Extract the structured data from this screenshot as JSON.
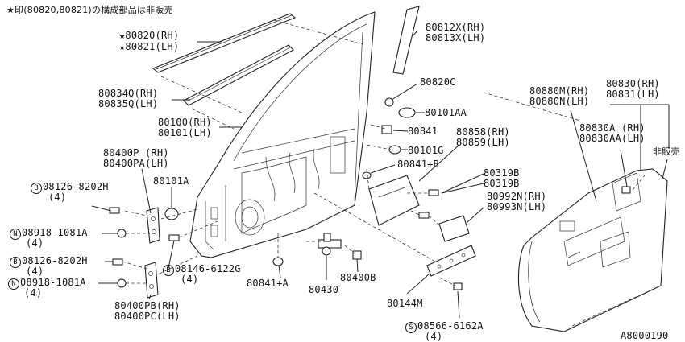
{
  "note": "★印(80820,80821)の構成部品は非販売",
  "figure_id": "A8000190",
  "callouts": {
    "c80820": "★80820(RH)",
    "c80821": "★80821(LH)",
    "c80834": "80834Q(RH)",
    "c80835": "80835Q(LH)",
    "c80812": "80812X(RH)",
    "c80813": "80813X(LH)",
    "c80820c": "80820C",
    "c80101aa": "80101AA",
    "c80100": "80100(RH)",
    "c80101": "80101(LH)",
    "c80841": "80841",
    "c80101g": "80101G",
    "c80841b": "80841+B",
    "c80858": "80858(RH)",
    "c80859": "80859(LH)",
    "c80400p": "80400P (RH)",
    "c80400pa": "80400PA(LH)",
    "c80101a": "80101A",
    "c80319b_1": "80319B",
    "c80319b_2": "80319B",
    "c80992": "80992N(RH)",
    "c80993": "80993N(LH)",
    "c80880m": "80880M(RH)",
    "c80880n": "80880N(LH)",
    "c80830": "80830(RH)",
    "c80831": "80831(LH)",
    "c80830a": "80830A (RH)",
    "c80830aa": "80830AA(LH)",
    "hihanbai": "非販売",
    "b1_code": "08126-8202H",
    "b1_qty": "(4)",
    "n1_code": "08918-1081A",
    "n1_qty": "(4)",
    "b2_code": "08126-8202H",
    "b2_qty": "(4)",
    "n2_code": "08918-1081A",
    "n2_qty": "(4)",
    "b3_code": "08146-6122G",
    "b3_qty": "(4)",
    "c80841a": "80841+A",
    "c80430": "80430",
    "c80400b": "80400B",
    "c80400pb": "80400PB(RH)",
    "c80400pc": "80400PC(LH)",
    "c80144m": "80144M",
    "s1_code": "08566-6162A",
    "s1_qty": "(4)"
  },
  "symbols": {
    "bolt": "B",
    "nut": "N",
    "screw": "S"
  }
}
